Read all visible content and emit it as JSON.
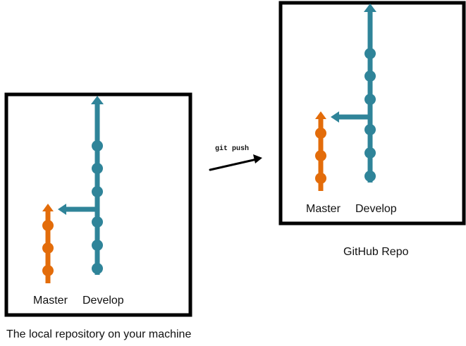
{
  "colors": {
    "develop": "#2f8499",
    "master": "#e36c0a",
    "frame": "#000000",
    "text": "#111111"
  },
  "local": {
    "master_label": "Master",
    "develop_label": "Develop",
    "caption": "The local repository on your machine",
    "develop_commit_count": 6,
    "master_commit_count": 3
  },
  "remote": {
    "master_label": "Master",
    "develop_label": "Develop",
    "caption": "GitHub Repo",
    "develop_commit_count": 6,
    "master_commit_count": 3
  },
  "push": {
    "label": "git push"
  }
}
